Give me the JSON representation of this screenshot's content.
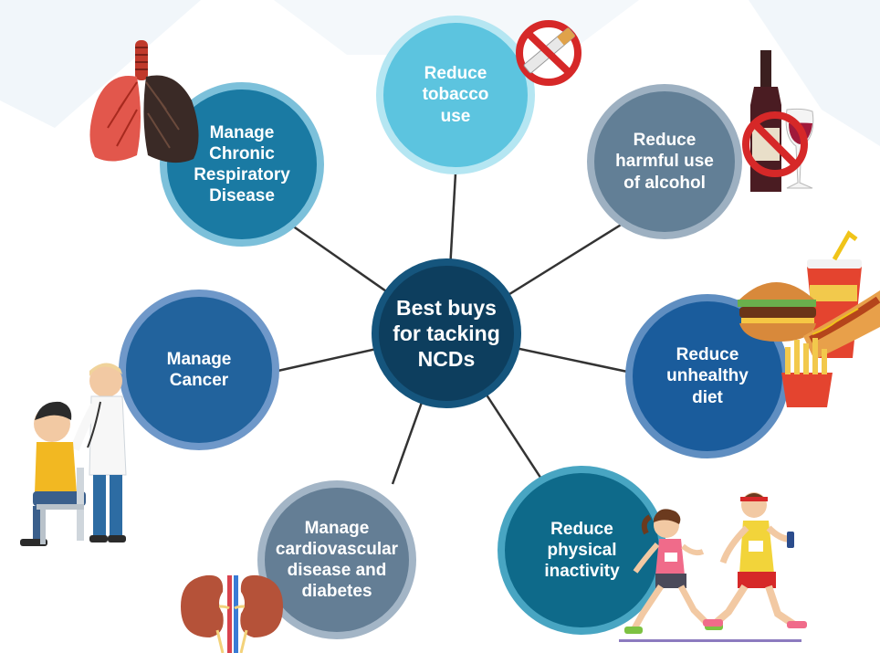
{
  "diagram": {
    "hub": {
      "label": "Best buys\nfor tacking\nNCDs"
    },
    "nodes": {
      "tobacco": {
        "label": "Reduce\ntobacco\nuse"
      },
      "alcohol": {
        "label": "Reduce\nharmful use\nof alcohol"
      },
      "respiratory": {
        "label": "Manage\nChronic\nRespiratory\nDisease"
      },
      "cancer": {
        "label": "Manage\nCancer"
      },
      "diet": {
        "label": "Reduce\nunhealthy\ndiet"
      },
      "physical": {
        "label": "Reduce\nphysical\ninactivity"
      },
      "cardio": {
        "label": "Manage\ncardiovascular\ndisease and\ndiabetes"
      }
    },
    "colors": {
      "hub": "#0d3e5e",
      "tobacco": "#5cc4df",
      "alcohol": "#627f96",
      "respiratory": "#1a7aa3",
      "cancer": "#22639d",
      "diet": "#1a5c9c",
      "physical": "#0e6a8a",
      "cardio": "#647e95",
      "connector": "#333333"
    },
    "illustrations": [
      "lungs-icon",
      "no-smoking-icon",
      "no-alcohol-icon",
      "junk-food-icon",
      "doctor-patient-icon",
      "runners-icon",
      "kidneys-icon"
    ]
  }
}
